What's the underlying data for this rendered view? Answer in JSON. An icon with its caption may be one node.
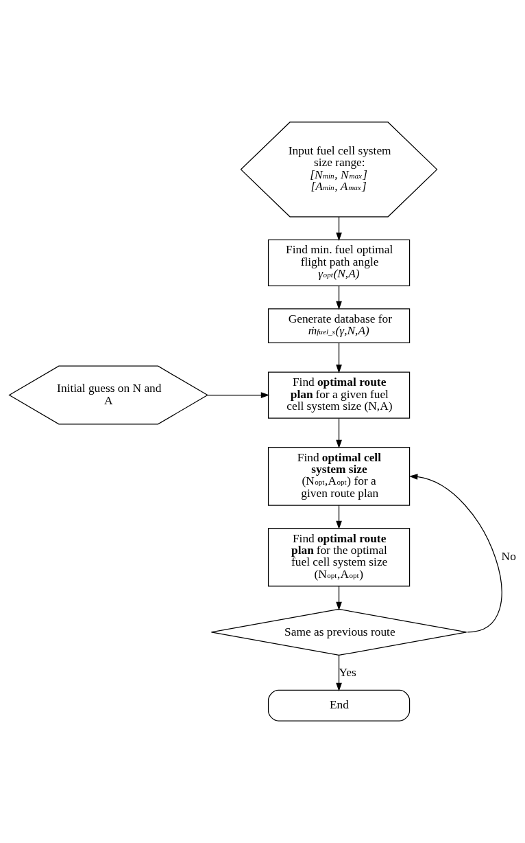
{
  "diagram": {
    "nodes": [
      {
        "text": [
          "Input fuel cell system size range:",
          "*[N$_{min}$, N$_{max}$]*",
          "*[A$_{min}$, A$_{max}$]*"
        ]
      },
      {
        "text": [
          "Find min. fuel optimal flight path angle *γ$_{opt}$(N,A)*"
        ]
      },
      {
        "text": [
          "Generate database for *ṁ$_{fuel_s}$(γ,N,A)*"
        ]
      },
      {
        "text": [
          "Initial guess on N and A"
        ]
      },
      {
        "text": [
          "Find **optimal route plan** for a given fuel cell system size (N,A)"
        ]
      },
      {
        "text": [
          "Find **optimal cell system size** (N$_{opt}$,A$_{opt}$) for a given route plan"
        ]
      },
      {
        "text": [
          "Find **optimal route plan** for the optimal fuel cell system size (N$_{opt}$,A$_{opt}$)"
        ]
      },
      {
        "text": [
          "Same as previous route"
        ]
      },
      {
        "text": [
          "End"
        ]
      }
    ],
    "edges": [
      {
        "from": 0,
        "to": 1,
        "arrow": "to"
      },
      {
        "from": 1,
        "to": 2,
        "arrow": "to"
      },
      {
        "from": 2,
        "to": 4,
        "arrow": "to"
      },
      {
        "from": 3,
        "to": 4,
        "arrow": "to"
      },
      {
        "from": 4,
        "to": 5,
        "arrow": "to"
      },
      {
        "from": 5,
        "to": 6,
        "arrow": "to"
      },
      {
        "from": 6,
        "to": 7,
        "arrow": "to"
      },
      {
        "from": 7,
        "to": 5,
        "arrow": "to",
        "label": "No"
      },
      {
        "from": 7,
        "to": 8,
        "arrow": "to",
        "label": "Yes"
      }
    ]
  }
}
